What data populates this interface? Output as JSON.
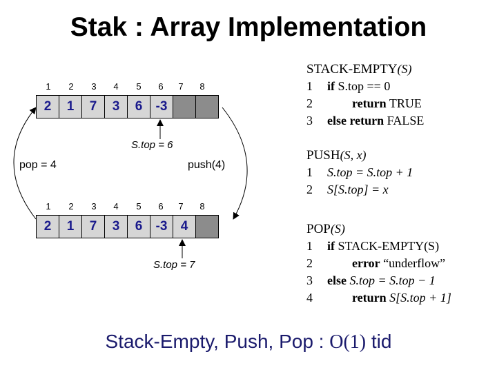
{
  "title": "Stak : Array Implementation",
  "indices": [
    "1",
    "2",
    "3",
    "4",
    "5",
    "6",
    "7",
    "8"
  ],
  "top_array": [
    "2",
    "1",
    "7",
    "3",
    "6",
    "-3",
    "",
    ""
  ],
  "bottom_array": [
    "2",
    "1",
    "7",
    "3",
    "6",
    "-3",
    "4",
    ""
  ],
  "top_pointer": "S.top = 6",
  "bottom_pointer": "S.top = 7",
  "pop_label": "pop = 4",
  "push_label": "push(4)",
  "stack_empty": {
    "header": "STACK-EMPTY",
    "args": "(S)",
    "lines": [
      {
        "n": "1",
        "kw": "if",
        "rest": " S.top == 0"
      },
      {
        "n": "2",
        "kw": "return",
        "rest": " TRUE"
      },
      {
        "n": "3",
        "kw": "else return",
        "rest": " FALSE"
      }
    ]
  },
  "push": {
    "header": "PUSH",
    "args": "(S, x)",
    "lines": [
      {
        "n": "1",
        "text": "S.top = S.top + 1"
      },
      {
        "n": "2",
        "text": "S[S.top] = x"
      }
    ]
  },
  "pop": {
    "header": "POP",
    "args": "(S)",
    "lines": [
      {
        "n": "1",
        "kw": "if",
        "rest": " STACK-EMPTY(S)"
      },
      {
        "n": "2",
        "kw": "error",
        "rest": " “underflow”"
      },
      {
        "n": "3",
        "kw": "else",
        "rest": " S.top = S.top − 1"
      },
      {
        "n": "4",
        "kw": "return",
        "rest": " S[S.top + 1]"
      }
    ]
  },
  "footer_text": "Stack-Empty, Push, Pop : ",
  "footer_complexity": "O(1)",
  "footer_tail": " tid"
}
